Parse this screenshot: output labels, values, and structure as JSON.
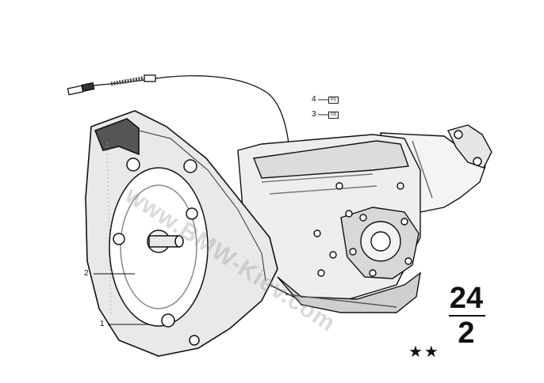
{
  "callouts": [
    {
      "num": "4",
      "code": "RS"
    },
    {
      "num": "3",
      "code": "OS"
    },
    {
      "num": "2"
    },
    {
      "num": "1"
    }
  ],
  "group": {
    "top": "24",
    "bottom": "2"
  },
  "stars": "★★",
  "watermark": "www.BMW-Kiev.com",
  "colors": {
    "ink": "#111111",
    "paper": "#ffffff",
    "shade": "#555555"
  }
}
